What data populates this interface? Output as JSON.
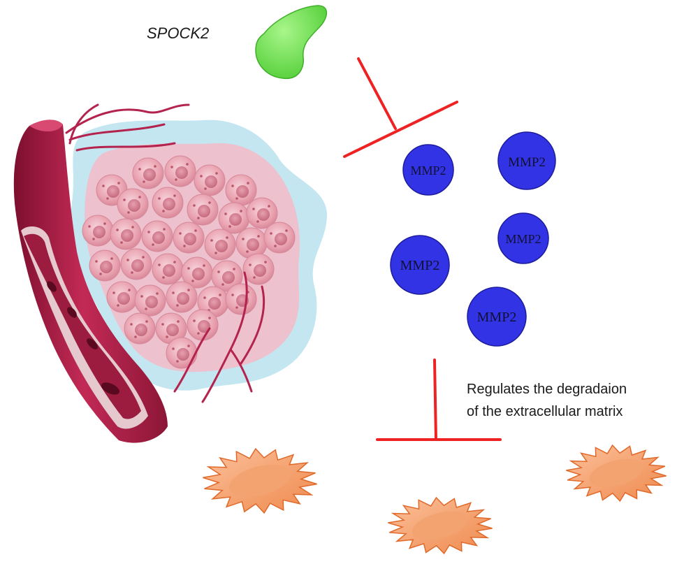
{
  "protein": {
    "label": "SPOCK2"
  },
  "enzymes": [
    "MMP2",
    "MMP2",
    "MMP2",
    "MMP2",
    "MMP2"
  ],
  "annotation": {
    "line1": "Regulates the degradaion",
    "line2": "of the extracellular matrix"
  },
  "colors": {
    "inhibition_bar": "#ee2222",
    "protein_fill": "#77e855",
    "enzyme_fill": "#3333e6",
    "vessel": "#b0234a",
    "tumor_halo": "#bfe3ee",
    "tumor_core": "#eeb6c4",
    "cells": "#e99aa8",
    "star_cells": "#f39a66"
  },
  "icons": [
    "blood-vessel-icon",
    "tumor-cell-cluster-icon",
    "spock2-protein-icon",
    "star-cell-icon"
  ]
}
